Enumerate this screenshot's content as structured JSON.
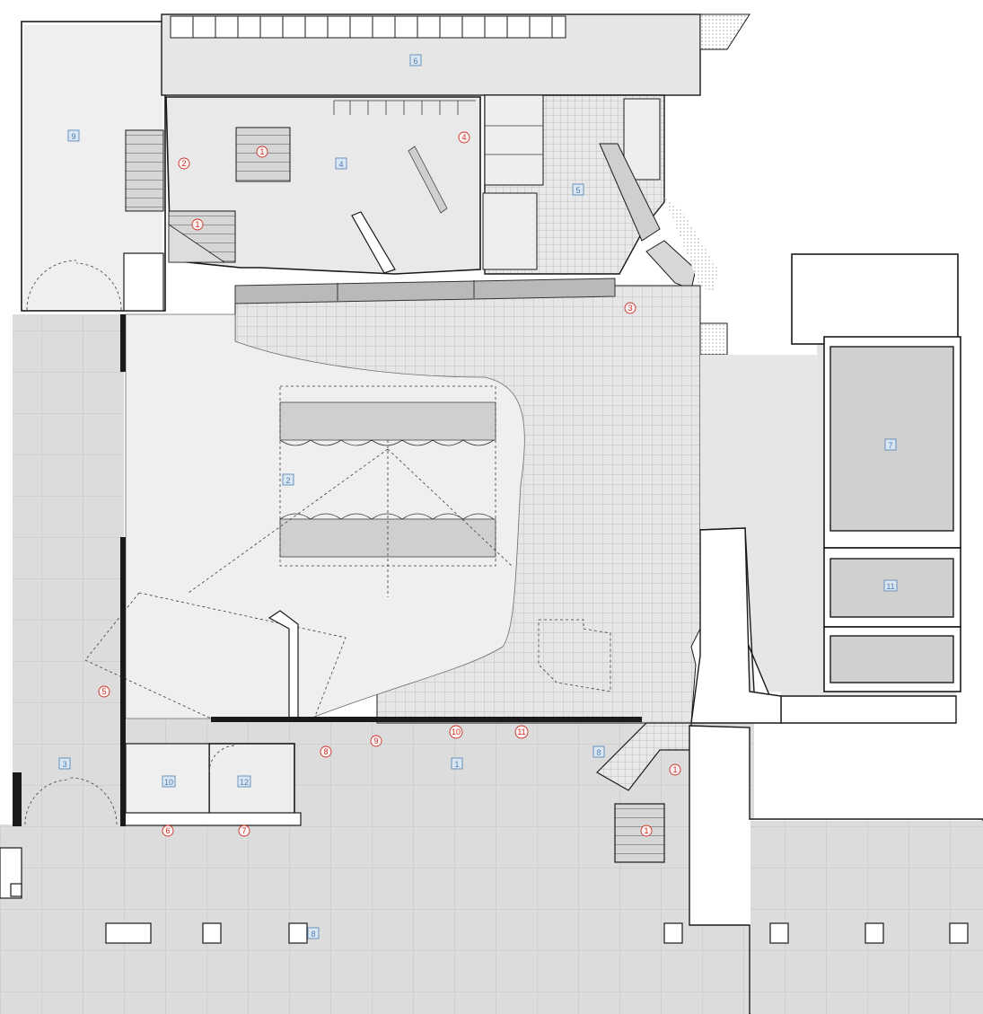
{
  "room_tags": [
    {
      "id": "r1",
      "label": "1"
    },
    {
      "id": "r2",
      "label": "2"
    },
    {
      "id": "r3",
      "label": "3"
    },
    {
      "id": "r4",
      "label": "4"
    },
    {
      "id": "r5",
      "label": "5"
    },
    {
      "id": "r6",
      "label": "6"
    },
    {
      "id": "r7",
      "label": "7"
    },
    {
      "id": "r8a",
      "label": "8"
    },
    {
      "id": "r8b",
      "label": "8"
    },
    {
      "id": "r9",
      "label": "9"
    },
    {
      "id": "r10",
      "label": "10"
    },
    {
      "id": "r11",
      "label": "11"
    },
    {
      "id": "r12",
      "label": "12"
    }
  ],
  "door_tags": [
    {
      "id": "d1a",
      "label": "1"
    },
    {
      "id": "d1b",
      "label": "1"
    },
    {
      "id": "d1c",
      "label": "1"
    },
    {
      "id": "d1d",
      "label": "1"
    },
    {
      "id": "d2",
      "label": "2"
    },
    {
      "id": "d3",
      "label": "3"
    },
    {
      "id": "d4",
      "label": "4"
    },
    {
      "id": "d5",
      "label": "5"
    },
    {
      "id": "d6",
      "label": "6"
    },
    {
      "id": "d7",
      "label": "7"
    },
    {
      "id": "d8",
      "label": "8"
    },
    {
      "id": "d9",
      "label": "9"
    },
    {
      "id": "d10",
      "label": "10"
    },
    {
      "id": "d11",
      "label": "11"
    }
  ],
  "colors": {
    "room_tag": "#4d7fb3",
    "door_tag": "#c8322a",
    "wall": "#1a1a1a",
    "exterior_paving": "#dcdcdc",
    "lobby_floor": "#efefef"
  }
}
